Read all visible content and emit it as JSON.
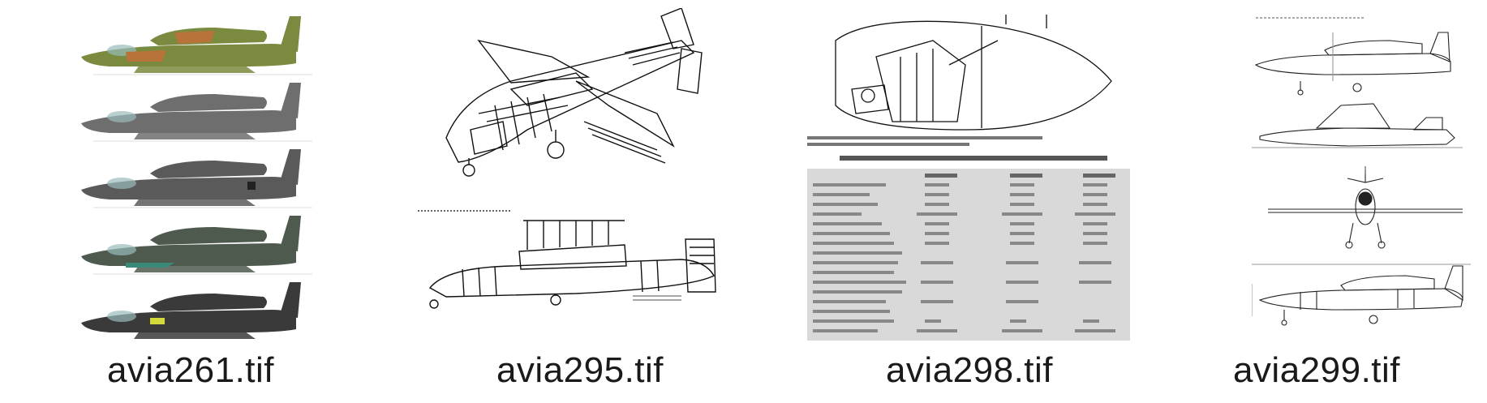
{
  "thumbnails": [
    {
      "filename": "avia261.tif",
      "icon": "color-profile-plates-icon"
    },
    {
      "filename": "avia295.tif",
      "icon": "cutaway-drawing-icon"
    },
    {
      "filename": "avia298.tif",
      "icon": "specs-table-icon"
    },
    {
      "filename": "avia299.tif",
      "icon": "three-view-drawing-icon"
    }
  ],
  "colors": {
    "caption": "#1a1a1a",
    "plate_1": "#7a8a3e",
    "plate_2": "#6e6e6e",
    "plate_3": "#5a5a5a",
    "plate_4": "#4f5a4f",
    "plate_5": "#3a3a3a",
    "table_bg": "#d9d9d9"
  }
}
